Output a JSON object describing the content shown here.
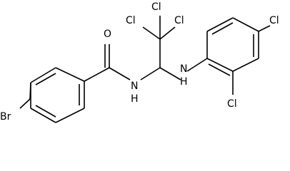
{
  "labels": {
    "oxygen": "O",
    "amide_nh": "N",
    "amide_h": "H",
    "amine_nh": "N",
    "amine_h": "H",
    "bromine": "Br",
    "cl_top_left": "Cl",
    "cl_top_right": "Cl",
    "cl_mid_left": "Cl",
    "cl_ring_para": "Cl",
    "cl_ring_ortho": "Cl"
  }
}
